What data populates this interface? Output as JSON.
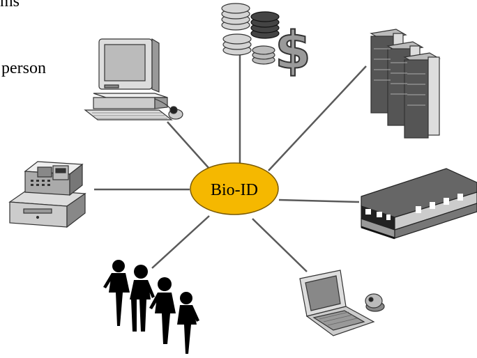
{
  "fragments": {
    "top_text": "ms",
    "person_text": "person"
  },
  "hub": {
    "label": "Bio-ID",
    "fill_color": "#f5b800"
  },
  "connected_items": [
    {
      "icon": "money-coins-dollar-icon"
    },
    {
      "icon": "server-rack-icon"
    },
    {
      "icon": "office-building-icon"
    },
    {
      "icon": "laptop-with-scanner-icon"
    },
    {
      "icon": "people-group-icon"
    },
    {
      "icon": "cash-register-icon"
    },
    {
      "icon": "desktop-computer-icon"
    }
  ],
  "colors": {
    "connector": "#5a5a5a",
    "icon_light": "#d4d4d4",
    "icon_mid": "#9a9a9a",
    "icon_dark": "#333333"
  }
}
